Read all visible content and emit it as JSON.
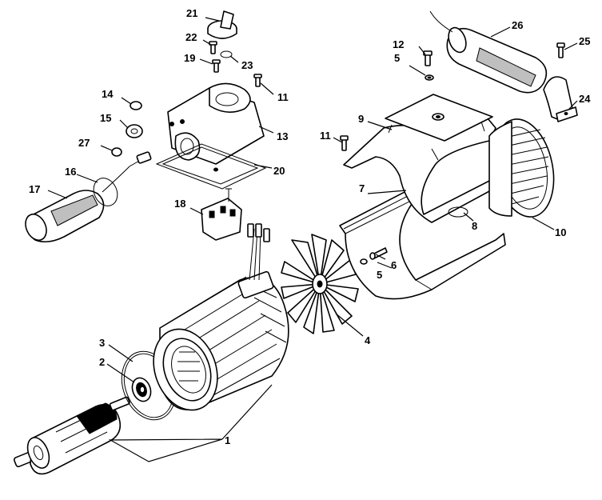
{
  "callouts": [
    {
      "id": "1",
      "label": "1"
    },
    {
      "id": "2",
      "label": "2"
    },
    {
      "id": "3",
      "label": "3"
    },
    {
      "id": "4",
      "label": "4"
    },
    {
      "id": "5a",
      "label": "5"
    },
    {
      "id": "5b",
      "label": "5"
    },
    {
      "id": "6",
      "label": "6"
    },
    {
      "id": "7",
      "label": "7"
    },
    {
      "id": "8",
      "label": "8"
    },
    {
      "id": "9",
      "label": "9"
    },
    {
      "id": "10",
      "label": "10"
    },
    {
      "id": "11a",
      "label": "11"
    },
    {
      "id": "11b",
      "label": "11"
    },
    {
      "id": "12",
      "label": "12"
    },
    {
      "id": "13",
      "label": "13"
    },
    {
      "id": "14",
      "label": "14"
    },
    {
      "id": "15",
      "label": "15"
    },
    {
      "id": "16",
      "label": "16"
    },
    {
      "id": "17",
      "label": "17"
    },
    {
      "id": "18",
      "label": "18"
    },
    {
      "id": "19",
      "label": "19"
    },
    {
      "id": "20",
      "label": "20"
    },
    {
      "id": "21",
      "label": "21"
    },
    {
      "id": "22",
      "label": "22"
    },
    {
      "id": "23",
      "label": "23"
    },
    {
      "id": "24",
      "label": "24"
    },
    {
      "id": "25",
      "label": "25"
    },
    {
      "id": "26",
      "label": "26"
    },
    {
      "id": "27",
      "label": "27"
    }
  ]
}
